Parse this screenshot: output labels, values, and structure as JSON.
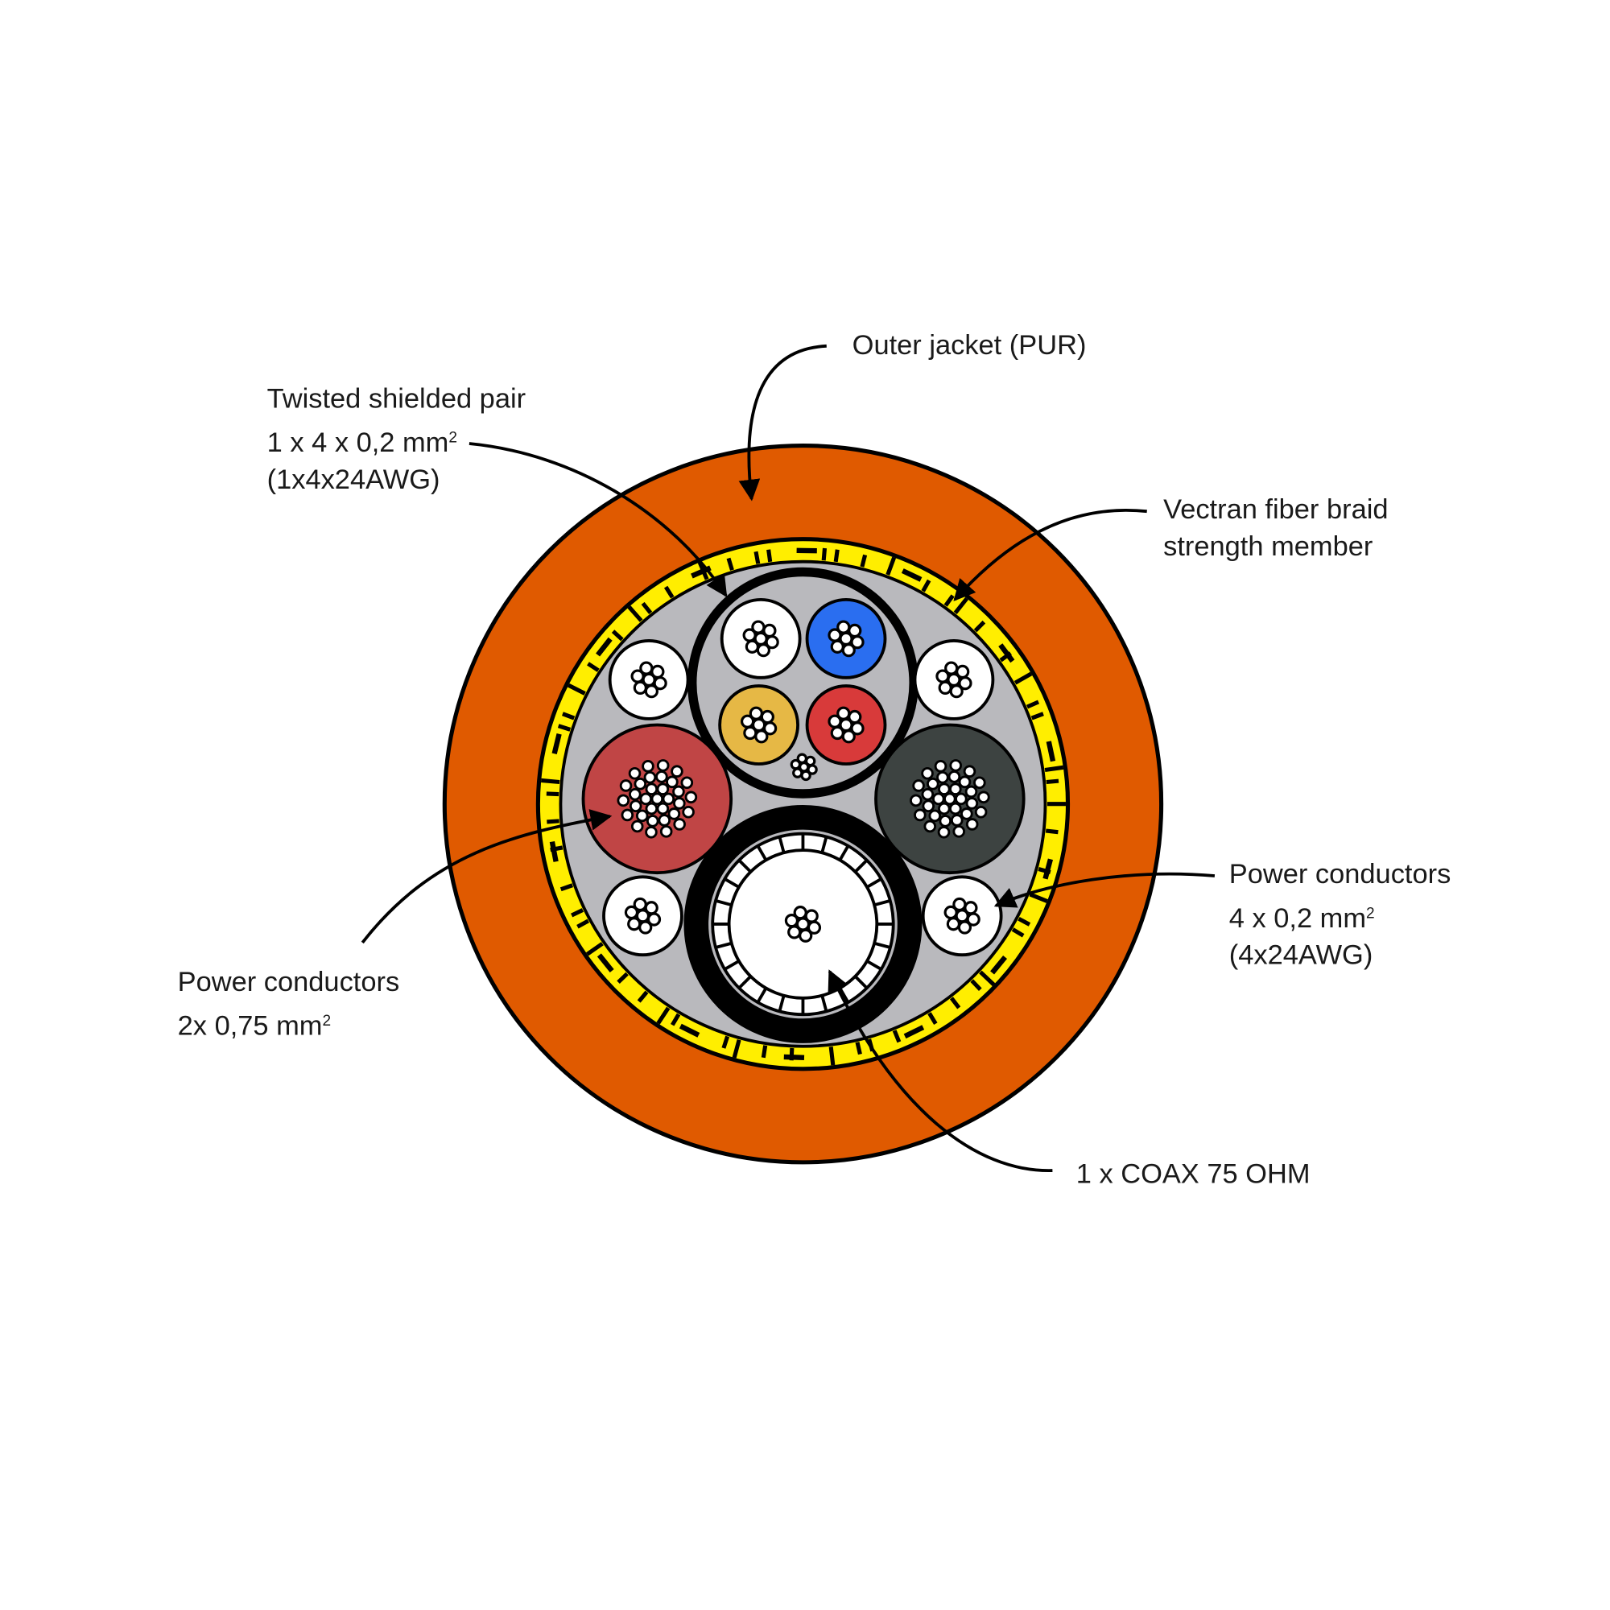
{
  "labels": {
    "outer_jacket": "Outer jacket (PUR)",
    "twisted_pair": {
      "title": "Twisted shielded pair",
      "spec": "1 x 4 x 0,2 mm",
      "spec_sup": "2",
      "awg": "(1x4x24AWG)"
    },
    "vectran": {
      "line1": "Vectran fiber braid",
      "line2": "strength member"
    },
    "power_right": {
      "title": "Power conductors",
      "spec": "4 x 0,2 mm",
      "spec_sup": "2",
      "awg": "(4x24AWG)"
    },
    "power_left": {
      "title": "Power conductors",
      "spec": "2x 0,75 mm",
      "spec_sup": "2"
    },
    "coax": "1 x COAX 75 OHM"
  },
  "colors": {
    "jacket": "#e05a00",
    "braid": "#ffee00",
    "filler": "#b9b9bd",
    "blue": "#2a6ef0",
    "yellow": "#e6b845",
    "red": "#d83a3a",
    "power_red": "#c04545",
    "power_dark": "#3d4341",
    "white": "#ffffff"
  }
}
